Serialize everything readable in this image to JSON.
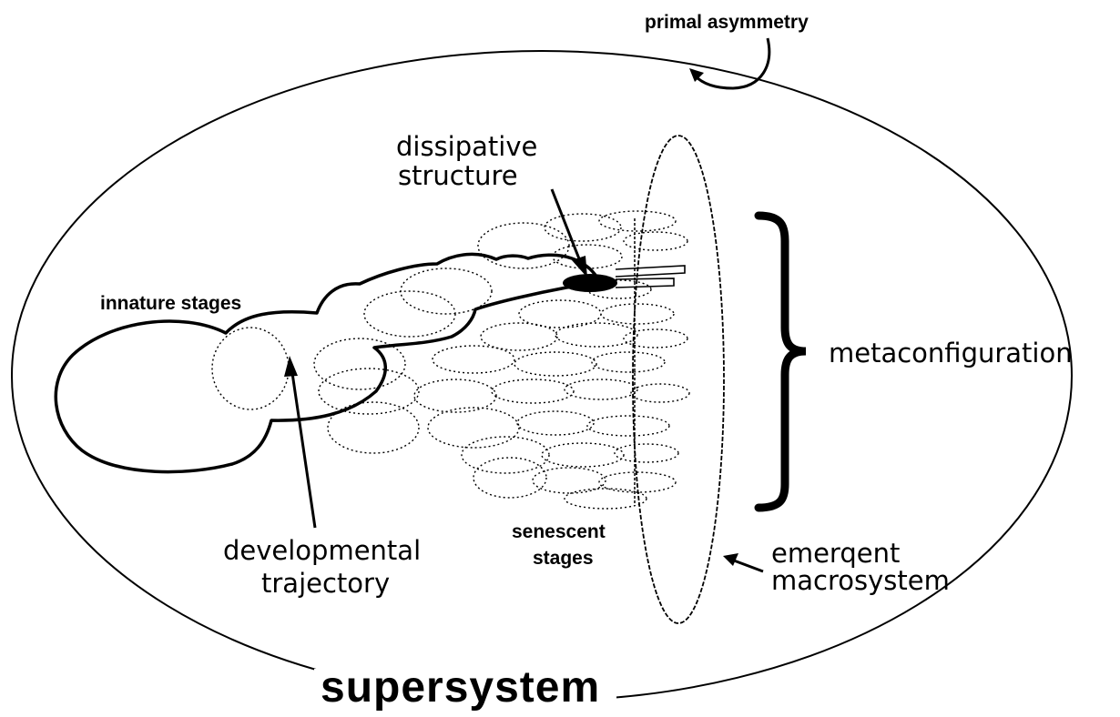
{
  "labels": {
    "primal_asymmetry": "primal asymmetry",
    "dissipative_structure": [
      "dissipative",
      "structure"
    ],
    "immature_stages": "innature stages",
    "metaconfiguration": "metaconfiguration",
    "developmental_trajectory": [
      "developmental",
      "trajectory"
    ],
    "senescent_stages": [
      "senescent",
      "stages"
    ],
    "emergent_macrosystem": [
      "emerqent",
      "macrosystem"
    ],
    "supersystem": "supersystem"
  },
  "colors": {
    "ink": "#000000",
    "background": "#ffffff"
  }
}
